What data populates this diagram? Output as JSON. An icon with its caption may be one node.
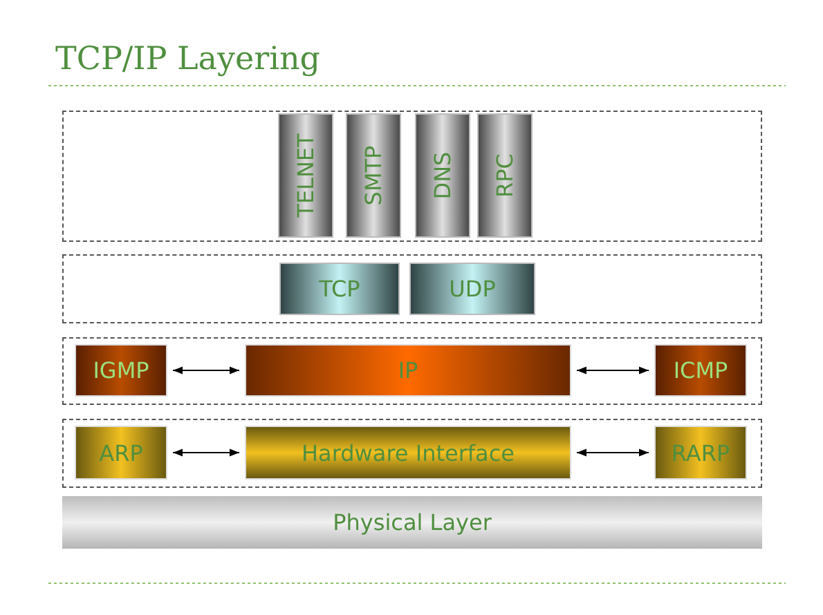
{
  "diagram": {
    "title": "TCP/IP Layering",
    "nodes": [
      {
        "text": [],
        "shape": "box"
      },
      {
        "text": [
          "TELNET"
        ],
        "in": 0
      },
      {
        "text": [
          "SMTP"
        ],
        "in": 0
      },
      {
        "text": [
          "DNS"
        ],
        "in": 0
      },
      {
        "text": [
          "RPC"
        ],
        "in": 0
      },
      {
        "text": [],
        "shape": "box"
      },
      {
        "text": [
          "TCP"
        ],
        "in": 5
      },
      {
        "text": [
          "UDP"
        ],
        "in": 5
      },
      {
        "text": [],
        "shape": "box"
      },
      {
        "text": [
          "IGMP"
        ],
        "in": 8
      },
      {
        "text": [
          "IP"
        ],
        "in": 8
      },
      {
        "text": [
          "ICMP"
        ],
        "in": 8
      },
      {
        "text": [],
        "shape": "box"
      },
      {
        "text": [
          "ARP"
        ],
        "in": 12
      },
      {
        "text": [
          "Hardware Interface"
        ],
        "in": 12
      },
      {
        "text": [
          "RARP"
        ],
        "in": 12
      },
      {
        "text": [
          "Physical Layer"
        ]
      }
    ],
    "edges": [
      {
        "from": 9,
        "to": 10,
        "arrow": "both"
      },
      {
        "from": 10,
        "to": 11,
        "arrow": "both"
      },
      {
        "from": 13,
        "to": 14,
        "arrow": "both"
      },
      {
        "from": 14,
        "to": 15,
        "arrow": "both"
      }
    ]
  }
}
